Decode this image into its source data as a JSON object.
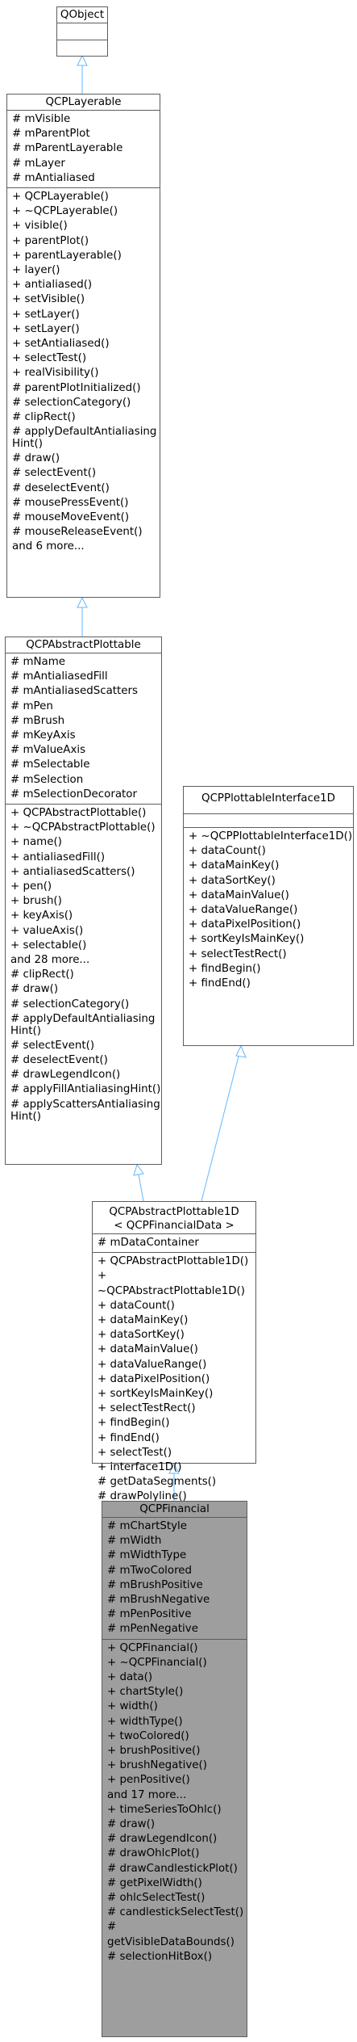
{
  "nodes": {
    "qobject": {
      "title": "QObject",
      "attributes": [],
      "methods": []
    },
    "layerable": {
      "title": "QCPLayerable",
      "attributes": [
        "# mVisible",
        "# mParentPlot",
        "# mParentLayerable",
        "# mLayer",
        "# mAntialiased"
      ],
      "methods": [
        "+ QCPLayerable()",
        "+ ~QCPLayerable()",
        "+ visible()",
        "+ parentPlot()",
        "+ parentLayerable()",
        "+ layer()",
        "+ antialiased()",
        "+ setVisible()",
        "+ setLayer()",
        "+ setLayer()",
        "+ setAntialiased()",
        "+ selectTest()",
        "+ realVisibility()",
        "# parentPlotInitialized()",
        "# selectionCategory()",
        "# clipRect()",
        "# applyDefaultAntialiasing\n   Hint()",
        "# draw()",
        "# selectEvent()",
        "# deselectEvent()",
        "# mousePressEvent()",
        "# mouseMoveEvent()",
        "# mouseReleaseEvent()",
        "   and 6 more..."
      ]
    },
    "abstract_plottable": {
      "title": "QCPAbstractPlottable",
      "attributes": [
        "# mName",
        "# mAntialiasedFill",
        "# mAntialiasedScatters",
        "# mPen",
        "# mBrush",
        "# mKeyAxis",
        "# mValueAxis",
        "# mSelectable",
        "# mSelection",
        "# mSelectionDecorator"
      ],
      "methods": [
        "+ QCPAbstractPlottable()",
        "+ ~QCPAbstractPlottable()",
        "+ name()",
        "+ antialiasedFill()",
        "+ antialiasedScatters()",
        "+ pen()",
        "+ brush()",
        "+ keyAxis()",
        "+ valueAxis()",
        "+ selectable()",
        "   and 28 more...",
        "# clipRect()",
        "# draw()",
        "# selectionCategory()",
        "# applyDefaultAntialiasing\n   Hint()",
        "# selectEvent()",
        "# deselectEvent()",
        "# drawLegendIcon()",
        "# applyFillAntialiasingHint()",
        "# applyScattersAntialiasing\n   Hint()"
      ]
    },
    "plottable_interface": {
      "title": "QCPPlottableInterface1D",
      "attributes": [],
      "methods": [
        "+ ~QCPPlottableInterface1D()",
        "+ dataCount()",
        "+ dataMainKey()",
        "+ dataSortKey()",
        "+ dataMainValue()",
        "+ dataValueRange()",
        "+ dataPixelPosition()",
        "+ sortKeyIsMainKey()",
        "+ selectTestRect()",
        "+ findBegin()",
        "+ findEnd()"
      ]
    },
    "abstract_plottable_1d": {
      "title": "QCPAbstractPlottable1D\n< QCPFinancialData >",
      "attributes": [
        "# mDataContainer"
      ],
      "methods": [
        "+ QCPAbstractPlottable1D()",
        "+ ~QCPAbstractPlottable1D()",
        "+ dataCount()",
        "+ dataMainKey()",
        "+ dataSortKey()",
        "+ dataMainValue()",
        "+ dataValueRange()",
        "+ dataPixelPosition()",
        "+ sortKeyIsMainKey()",
        "+ selectTestRect()",
        "+ findBegin()",
        "+ findEnd()",
        "+ selectTest()",
        "+ interface1D()",
        "# getDataSegments()",
        "# drawPolyline()"
      ]
    },
    "financial": {
      "title": "QCPFinancial",
      "attributes": [
        "# mChartStyle",
        "# mWidth",
        "# mWidthType",
        "# mTwoColored",
        "# mBrushPositive",
        "# mBrushNegative",
        "# mPenPositive",
        "# mPenNegative"
      ],
      "methods": [
        "+ QCPFinancial()",
        "+ ~QCPFinancial()",
        "+ data()",
        "+ chartStyle()",
        "+ width()",
        "+ widthType()",
        "+ twoColored()",
        "+ brushPositive()",
        "+ brushNegative()",
        "+ penPositive()",
        "   and 17 more...",
        "+ timeSeriesToOhlc()",
        "# draw()",
        "# drawLegendIcon()",
        "# drawOhlcPlot()",
        "# drawCandlestickPlot()",
        "# getPixelWidth()",
        "# ohlcSelectTest()",
        "# candlestickSelectTest()",
        "# getVisibleDataBounds()",
        "# selectionHitBox()"
      ]
    }
  },
  "colors": {
    "edge": "#63b8ff",
    "border": "#5d5d5d",
    "highlight_fill": "#9e9e9e"
  }
}
